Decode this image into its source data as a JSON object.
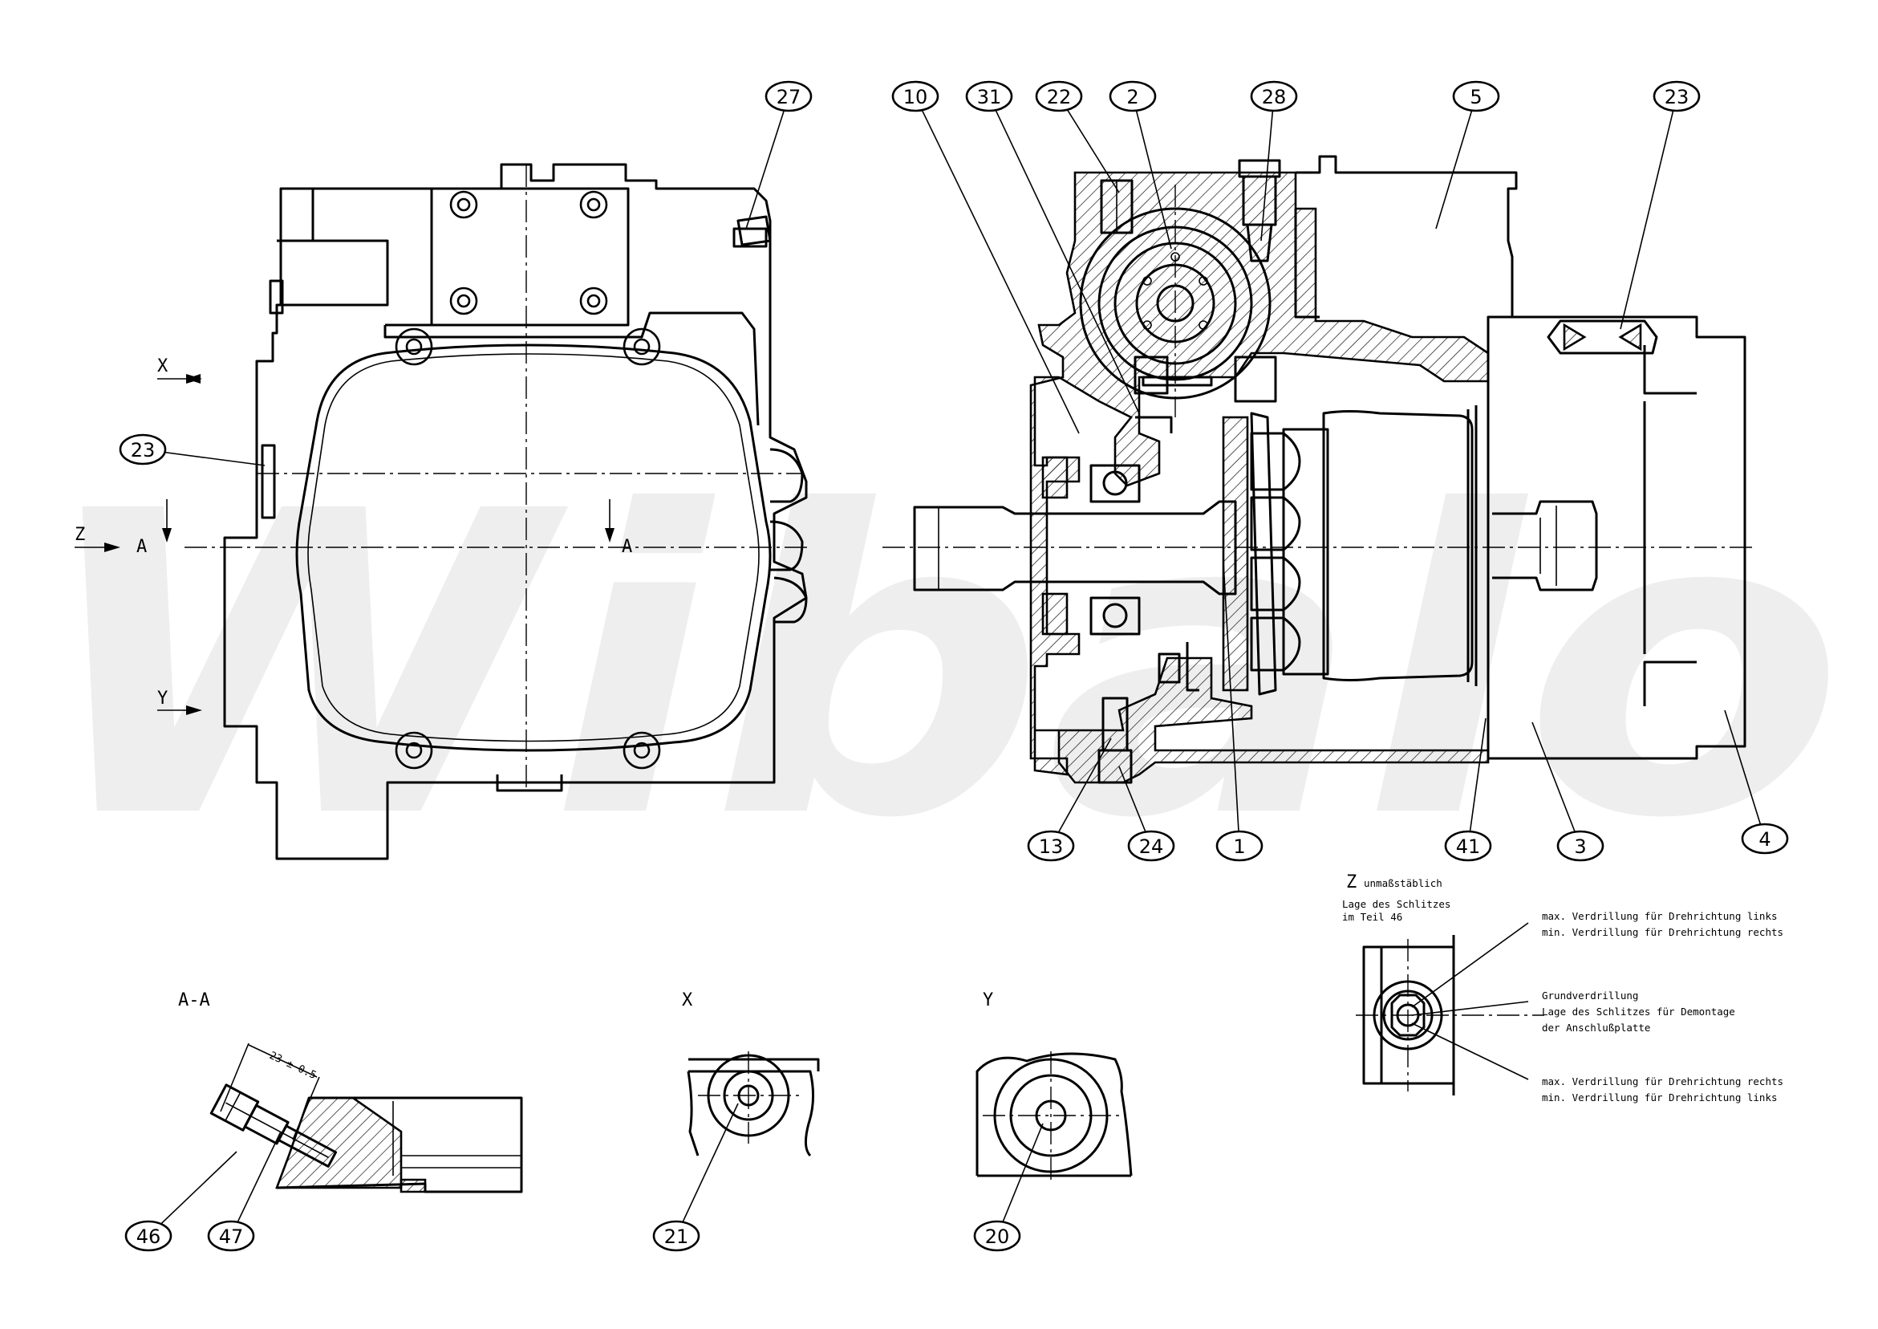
{
  "watermark": "Wibalo",
  "view_labels": {
    "x_arrow": "X",
    "y_arrow": "Y",
    "z_arrow": "Z",
    "section_a_left": "A",
    "section_a_right": "A",
    "section_aa": "A-A",
    "detail_x": "X",
    "detail_y": "Y",
    "detail_z": "Z"
  },
  "dimension_aa": "23 ± 0.5",
  "z_notes": {
    "scale": "unmaßstäblich",
    "slot_line1": "Lage des Schlitzes",
    "slot_line2": "im Teil 46",
    "twist_top_1": "max. Verdrillung für Drehrichtung links",
    "twist_top_2": "min. Verdrillung für Drehrichtung rechts",
    "basic_1": "Grundverdrillung",
    "basic_2": "Lage des Schlitzes für Demontage",
    "basic_3": "der Anschlußplatte",
    "twist_bot_1": "max. Verdrillung für Drehrichtung rechts",
    "twist_bot_2": "min. Verdrillung für Drehrichtung links"
  },
  "balloons": {
    "b27": "27",
    "b10": "10",
    "b31": "31",
    "b22": "22",
    "b2": "2",
    "b28": "28",
    "b5": "5",
    "b23top": "23",
    "b23left": "23",
    "b13": "13",
    "b24": "24",
    "b1": "1",
    "b41": "41",
    "b3": "3",
    "b4": "4",
    "b46": "46",
    "b47": "47",
    "b21": "21",
    "b20": "20"
  }
}
